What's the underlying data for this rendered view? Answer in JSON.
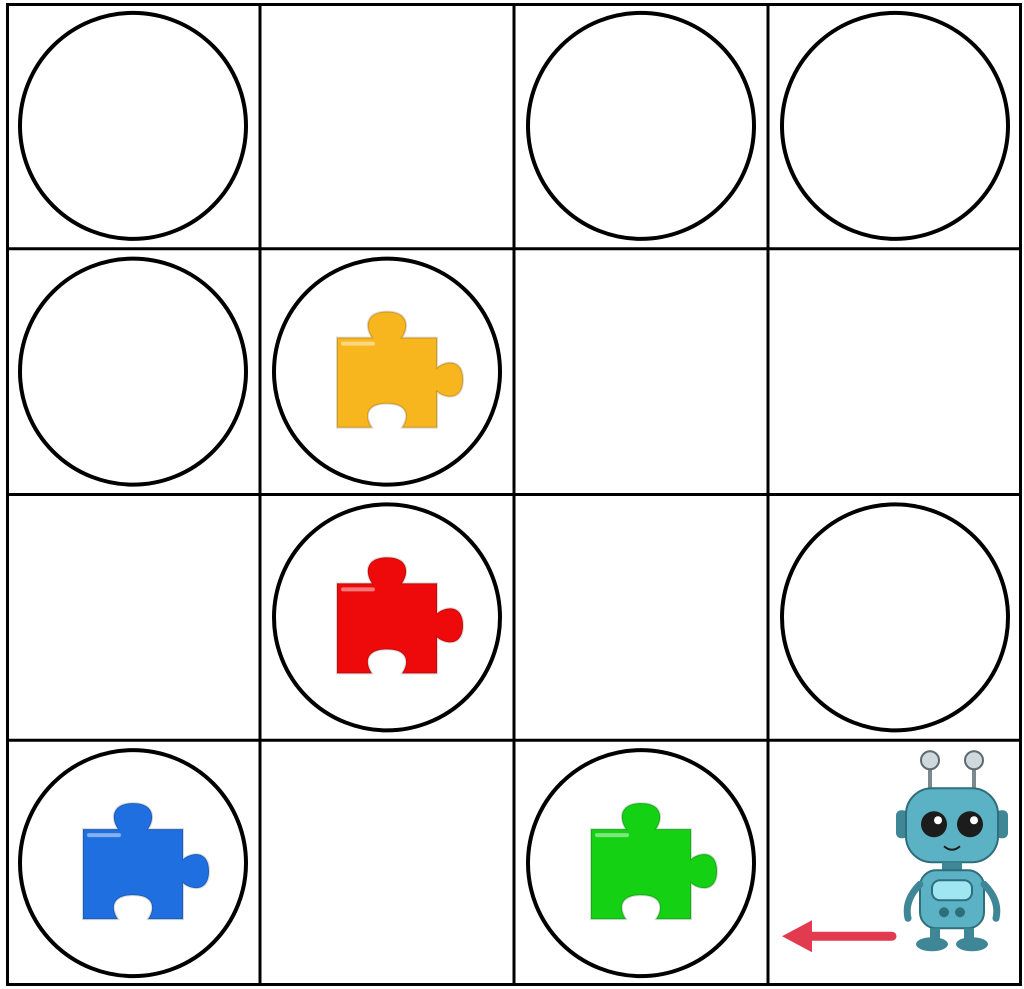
{
  "grid": {
    "rows": 4,
    "cols": 4,
    "line_color": "#000000",
    "background": "#ffffff"
  },
  "cells": [
    {
      "row": 0,
      "col": 0,
      "circle": true,
      "piece": null
    },
    {
      "row": 0,
      "col": 1,
      "circle": false,
      "piece": null
    },
    {
      "row": 0,
      "col": 2,
      "circle": true,
      "piece": null
    },
    {
      "row": 0,
      "col": 3,
      "circle": true,
      "piece": null
    },
    {
      "row": 1,
      "col": 0,
      "circle": true,
      "piece": null
    },
    {
      "row": 1,
      "col": 1,
      "circle": true,
      "piece": "yellow"
    },
    {
      "row": 1,
      "col": 2,
      "circle": false,
      "piece": null
    },
    {
      "row": 1,
      "col": 3,
      "circle": false,
      "piece": null
    },
    {
      "row": 2,
      "col": 0,
      "circle": false,
      "piece": null
    },
    {
      "row": 2,
      "col": 1,
      "circle": true,
      "piece": "red"
    },
    {
      "row": 2,
      "col": 2,
      "circle": false,
      "piece": null
    },
    {
      "row": 2,
      "col": 3,
      "circle": true,
      "piece": null
    },
    {
      "row": 3,
      "col": 0,
      "circle": true,
      "piece": "blue"
    },
    {
      "row": 3,
      "col": 1,
      "circle": false,
      "piece": null
    },
    {
      "row": 3,
      "col": 2,
      "circle": true,
      "piece": "green"
    },
    {
      "row": 3,
      "col": 3,
      "circle": false,
      "piece": null,
      "robot": true
    }
  ],
  "piece_colors": {
    "yellow": "#f7b51e",
    "red": "#ee0a0a",
    "blue": "#1f6fe0",
    "green": "#14d114"
  },
  "robot": {
    "row": 3,
    "col": 3,
    "icon": "robot-icon",
    "facing": "left",
    "body_color": "#5bb2c4",
    "arrow_color": "#e23b4f"
  }
}
